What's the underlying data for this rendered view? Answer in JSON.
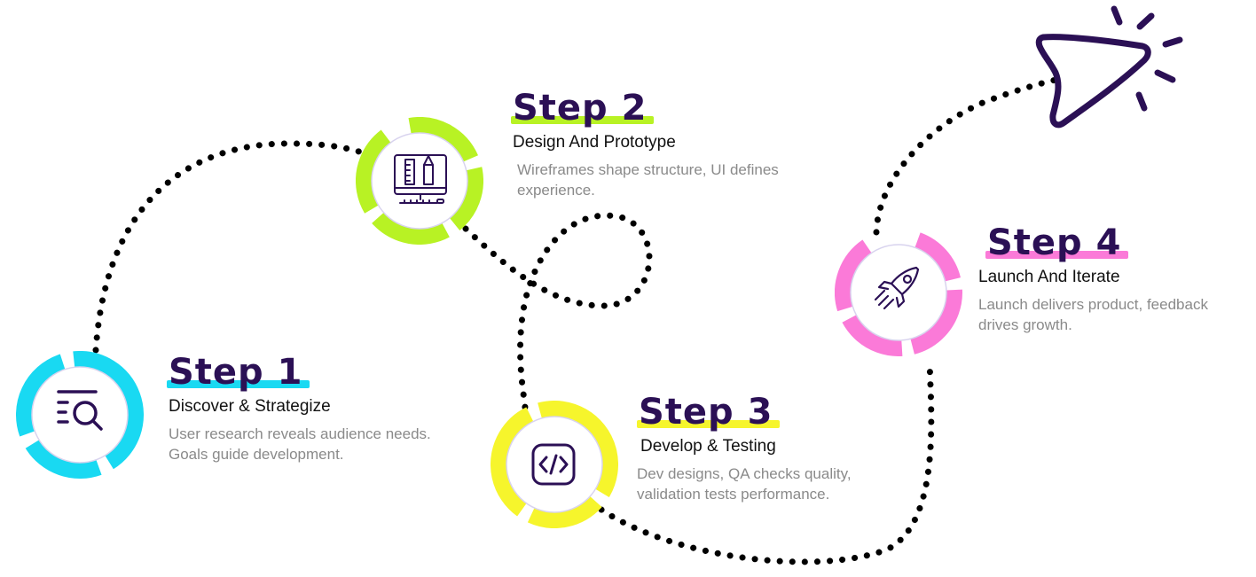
{
  "steps": [
    {
      "number_label": "Step 1",
      "title": "Discover & Strategize",
      "desc_line1": "User research reveals audience needs.",
      "desc_line2": "Goals guide development.",
      "color": "#19d9f2",
      "icon": "search-list-icon"
    },
    {
      "number_label": "Step 2",
      "title": "Design And Prototype",
      "desc_line1": "Wireframes shape structure, UI defines",
      "desc_line2": "experience.",
      "color": "#b8f224",
      "icon": "design-monitor-icon"
    },
    {
      "number_label": "Step 3",
      "title": "Develop & Testing",
      "desc_line1": "Dev designs, QA checks quality,",
      "desc_line2": "validation tests performance.",
      "color": "#f6f52c",
      "icon": "code-icon"
    },
    {
      "number_label": "Step 4",
      "title": "Launch And Iterate",
      "desc_line1": "Launch delivers product, feedback",
      "desc_line2": "drives growth.",
      "color": "#fb7ad8",
      "icon": "rocket-icon"
    }
  ],
  "colors": {
    "heading": "#2b1055",
    "text": "#111111",
    "muted": "#8a8a8a",
    "path": "#000000",
    "icon_stroke": "#2b1055"
  },
  "decor_icon": "paper-plane-icon"
}
